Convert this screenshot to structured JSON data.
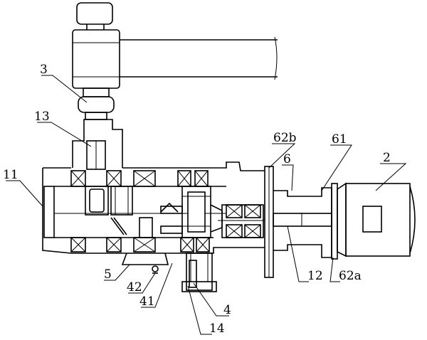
{
  "diagram": {
    "labels": {
      "l3": "3",
      "l13": "13",
      "l11": "11",
      "l5": "5",
      "l42": "42",
      "l41": "41",
      "l4": "4",
      "l14": "14",
      "l12": "12",
      "l62a": "62a",
      "l62b": "62b",
      "l61": "61",
      "l6": "6",
      "l2": "2"
    }
  }
}
